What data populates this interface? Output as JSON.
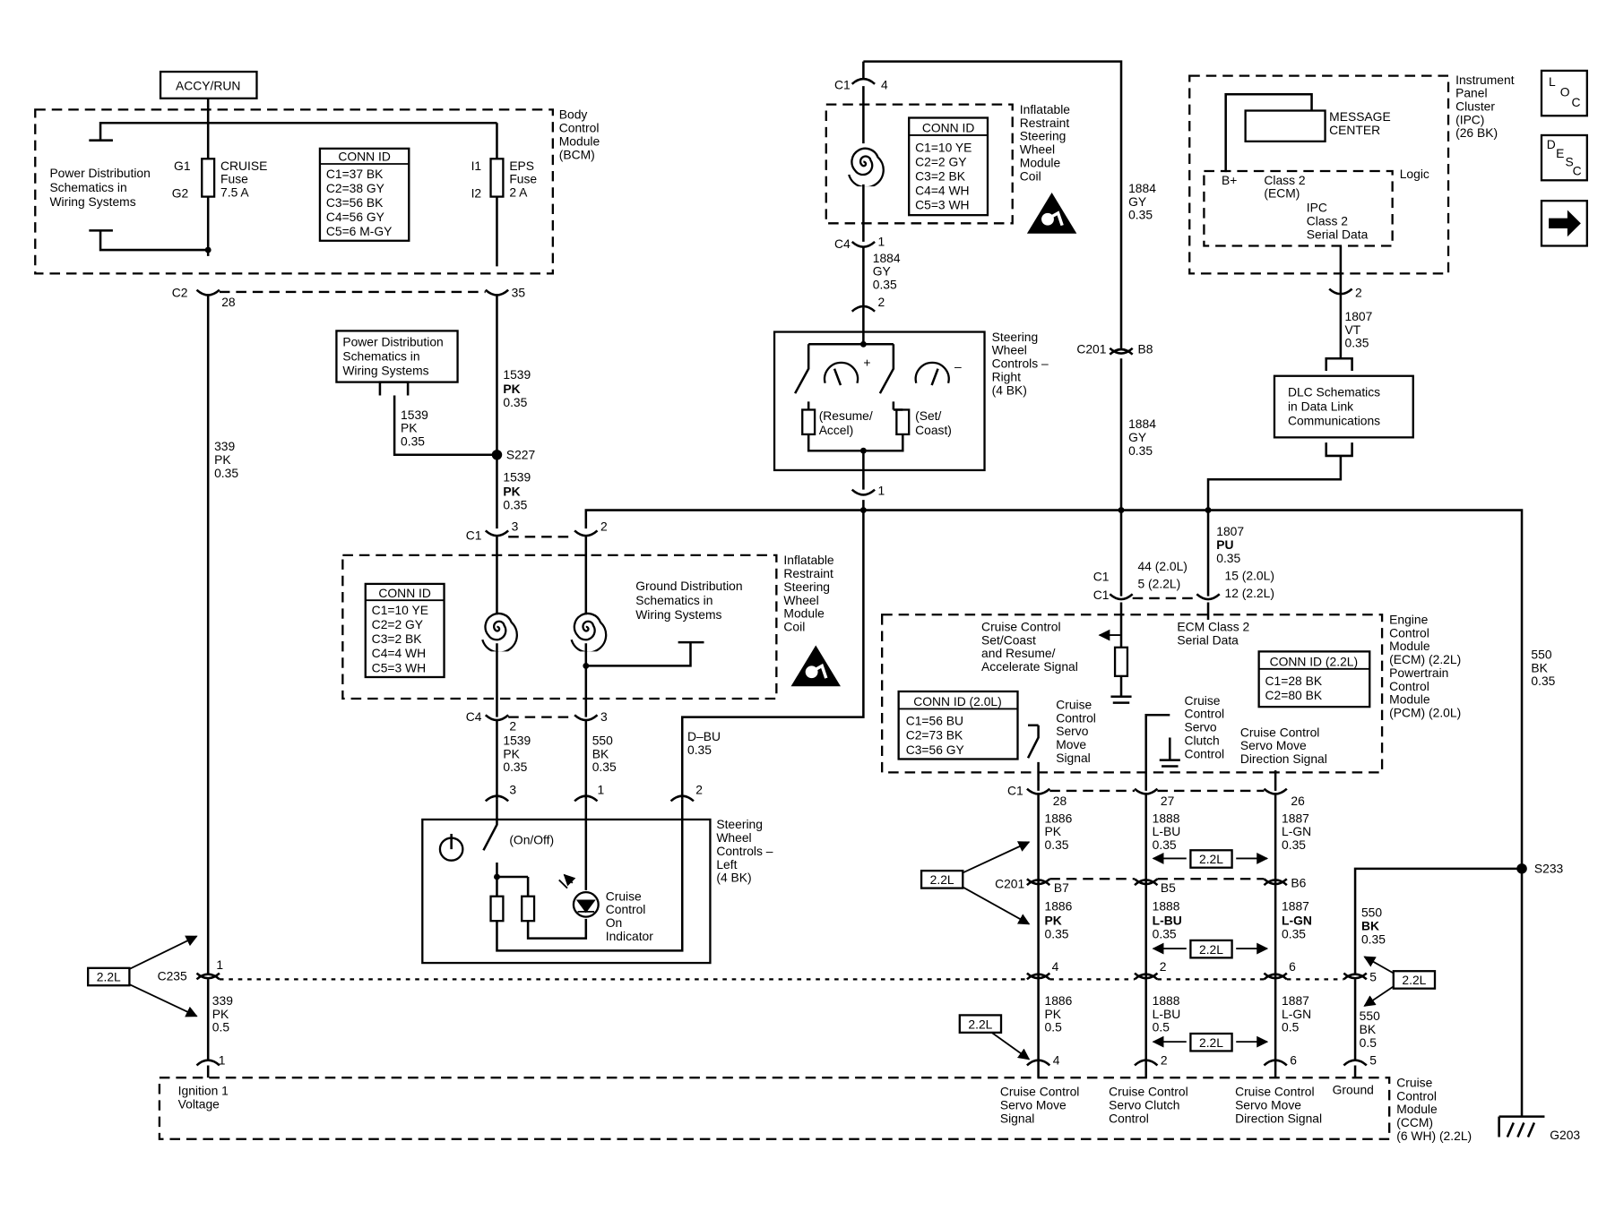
{
  "power": {
    "accy_run": "ACCY/RUN"
  },
  "bcm": {
    "name": [
      "Body",
      "Control",
      "Module",
      "(BCM)"
    ],
    "power_dist": [
      "Power Distribution",
      "Schematics in",
      "Wiring Systems"
    ],
    "g1": "G1",
    "g2": "G2",
    "cruise_fuse": [
      "CRUISE",
      "Fuse",
      "7.5 A"
    ],
    "i1": "I1",
    "i2": "I2",
    "eps_fuse": [
      "EPS",
      "Fuse",
      "2 A"
    ],
    "conn_id_title": "CONN ID",
    "conn_ids": [
      "C1=37 BK",
      "C2=38 GY",
      "C3=56 BK",
      "C4=56 GY",
      "C5=6 M-GY"
    ]
  },
  "c2": {
    "label": "C2",
    "pin_a": "28",
    "pin_b": "35"
  },
  "pd_box": [
    "Power Distribution",
    "Schematics in",
    "Wiring Systems"
  ],
  "wire_1539_a": [
    "1539",
    "PK",
    "0.35"
  ],
  "wire_1539_b": [
    "1539",
    "PK",
    "0.35"
  ],
  "wire_1539_c": [
    "1539",
    "PK",
    "0.35"
  ],
  "wire_1539_d": [
    "1539",
    "PK",
    "0.35"
  ],
  "s227": "S227",
  "wire_339_a": [
    "339",
    "PK",
    "0.35"
  ],
  "irc_top": {
    "c1": "C1",
    "pin_c1": "4",
    "c4": "C4",
    "pin_c4": "1",
    "name": [
      "Inflatable",
      "Restraint",
      "Steering",
      "Wheel",
      "Module",
      "Coil"
    ],
    "conn_id_title": "CONN ID",
    "conn_ids": [
      "C1=10 YE",
      "C2=2 GY",
      "C3=2 BK",
      "C4=4 WH",
      "C5=3 WH"
    ]
  },
  "wire_1884_a": [
    "1884",
    "GY",
    "0.35"
  ],
  "wire_1884_b": [
    "1884",
    "GY",
    "0.35"
  ],
  "wire_1884_c": [
    "1884",
    "GY",
    "0.35"
  ],
  "swc_right": {
    "pin_top": "2",
    "pin_bot": "1",
    "name": [
      "Steering",
      "Wheel",
      "Controls –",
      "Right",
      "(4 BK)"
    ],
    "resume": [
      "(Resume/",
      "Accel)"
    ],
    "set": [
      "(Set/",
      "Coast)"
    ],
    "plus": "+",
    "minus": "–"
  },
  "c201_top": {
    "label": "C201",
    "pin": "B8"
  },
  "ipc": {
    "name": [
      "Instrument",
      "Panel",
      "Cluster",
      "(IPC)",
      "(26 BK)"
    ],
    "message_center": [
      "MESSAGE",
      "CENTER"
    ],
    "logic": "Logic",
    "bplus": "B+",
    "class2_ecm": [
      "Class 2",
      "(ECM)"
    ],
    "ipc_class2": [
      "IPC",
      "Class 2",
      "Serial Data"
    ],
    "pin": "2"
  },
  "side_icons": {
    "loc": [
      "L",
      "O",
      "C"
    ],
    "desc": [
      "D",
      "E",
      "S",
      "C"
    ]
  },
  "wire_1807_a": [
    "1807",
    "VT",
    "0.35"
  ],
  "dlc": [
    "DLC Schematics",
    "in Data Link",
    "Communications"
  ],
  "wire_1807_b": [
    "1807",
    "PU",
    "0.35"
  ],
  "irc_left": {
    "c1": "C1",
    "pin_3": "3",
    "pin_2": "2",
    "c4": "C4",
    "pin_c4_2": "2",
    "pin_c4_3": "3",
    "name": [
      "Inflatable",
      "Restraint",
      "Steering",
      "Wheel",
      "Module",
      "Coil"
    ],
    "conn_id_title": "CONN ID",
    "conn_ids": [
      "C1=10 YE",
      "C2=2 GY",
      "C3=2 BK",
      "C4=4 WH",
      "C5=3 WH"
    ],
    "gnd_dist": [
      "Ground Distribution",
      "Schematics in",
      "Wiring Systems"
    ]
  },
  "wire_550_a": [
    "550",
    "BK",
    "0.35"
  ],
  "wire_dbu": [
    "D–BU",
    "0.35"
  ],
  "swc_left": {
    "pin_3": "3",
    "pin_1": "1",
    "pin_2": "2",
    "name": [
      "Steering",
      "Wheel",
      "Controls –",
      "Left",
      "(4 BK)"
    ],
    "onoff": "(On/Off)",
    "indicator": [
      "Cruise",
      "Control",
      "On",
      "Indicator"
    ]
  },
  "ecm": {
    "c1a": "C1",
    "c1b": "C1",
    "pins_left": [
      "44 (2.0L)",
      "5 (2.2L)"
    ],
    "pins_right": [
      "15 (2.0L)",
      "12 (2.2L)"
    ],
    "name": [
      "Engine",
      "Control",
      "Module",
      "(ECM) (2.2L)",
      "Powertrain",
      "Control",
      "Module",
      "(PCM) (2.0L)"
    ],
    "setcoast": [
      "Cruise Control",
      "Set/Coast",
      "and Resume/",
      "Accelerate Signal"
    ],
    "class2": [
      "ECM Class 2",
      "Serial Data"
    ],
    "conn22_title": "CONN ID (2.2L)",
    "conn22": [
      "C1=28 BK",
      "C2=80 BK"
    ],
    "conn20_title": "CONN ID (2.0L)",
    "conn20": [
      "C1=56 BU",
      "C2=73 BK",
      "C3=56 GY"
    ],
    "servo_move": [
      "Cruise",
      "Control",
      "Servo",
      "Move",
      "Signal"
    ],
    "servo_clutch": [
      "Cruise",
      "Control",
      "Servo",
      "Clutch",
      "Control"
    ],
    "servo_dir": [
      "Cruise Control",
      "Servo Move",
      "Direction Signal"
    ],
    "c1_bottom": "C1",
    "pins_bottom": [
      "28",
      "27",
      "26"
    ]
  },
  "wire_550_b": [
    "550",
    "BK",
    "0.35"
  ],
  "s233": "S233",
  "w1886_a": [
    "1886",
    "PK",
    "0.35"
  ],
  "w1888_a": [
    "1888",
    "L-BU",
    "0.35"
  ],
  "w1887_a": [
    "1887",
    "L-GN",
    "0.35"
  ],
  "c201_mid": {
    "label": "C201",
    "pins": [
      "B7",
      "B5",
      "B6"
    ]
  },
  "w1886_b": [
    "1886",
    "PK",
    "0.35"
  ],
  "w1888_b": [
    "1888",
    "L-BU",
    "0.35"
  ],
  "w1887_b": [
    "1887",
    "L-GN",
    "0.35"
  ],
  "tag22": "2.2L",
  "c235": {
    "label": "C235",
    "pin_left": "1",
    "pins": [
      "4",
      "2",
      "6",
      "5"
    ]
  },
  "wire_339_b": [
    "339",
    "PK",
    "0.5"
  ],
  "w550_c": [
    "550",
    "BK",
    "0.35"
  ],
  "w1886_c": [
    "1886",
    "PK",
    "0.5"
  ],
  "w1888_c": [
    "1888",
    "L-BU",
    "0.5"
  ],
  "w1887_c": [
    "1887",
    "L-GN",
    "0.5"
  ],
  "w550_d": [
    "550",
    "BK",
    "0.5"
  ],
  "ccm": {
    "pin_left": "1",
    "pins": [
      "4",
      "2",
      "6",
      "5"
    ],
    "ign": [
      "Ignition 1",
      "Voltage"
    ],
    "servo_move": [
      "Cruise Control",
      "Servo Move",
      "Signal"
    ],
    "servo_clutch": [
      "Cruise Control",
      "Servo Clutch",
      "Control"
    ],
    "servo_dir": [
      "Cruise Control",
      "Servo Move",
      "Direction Signal"
    ],
    "ground": "Ground",
    "name": [
      "Cruise",
      "Control",
      "Module",
      "(CCM)",
      "(6 WH) (2.2L)"
    ]
  },
  "g203": "G203"
}
